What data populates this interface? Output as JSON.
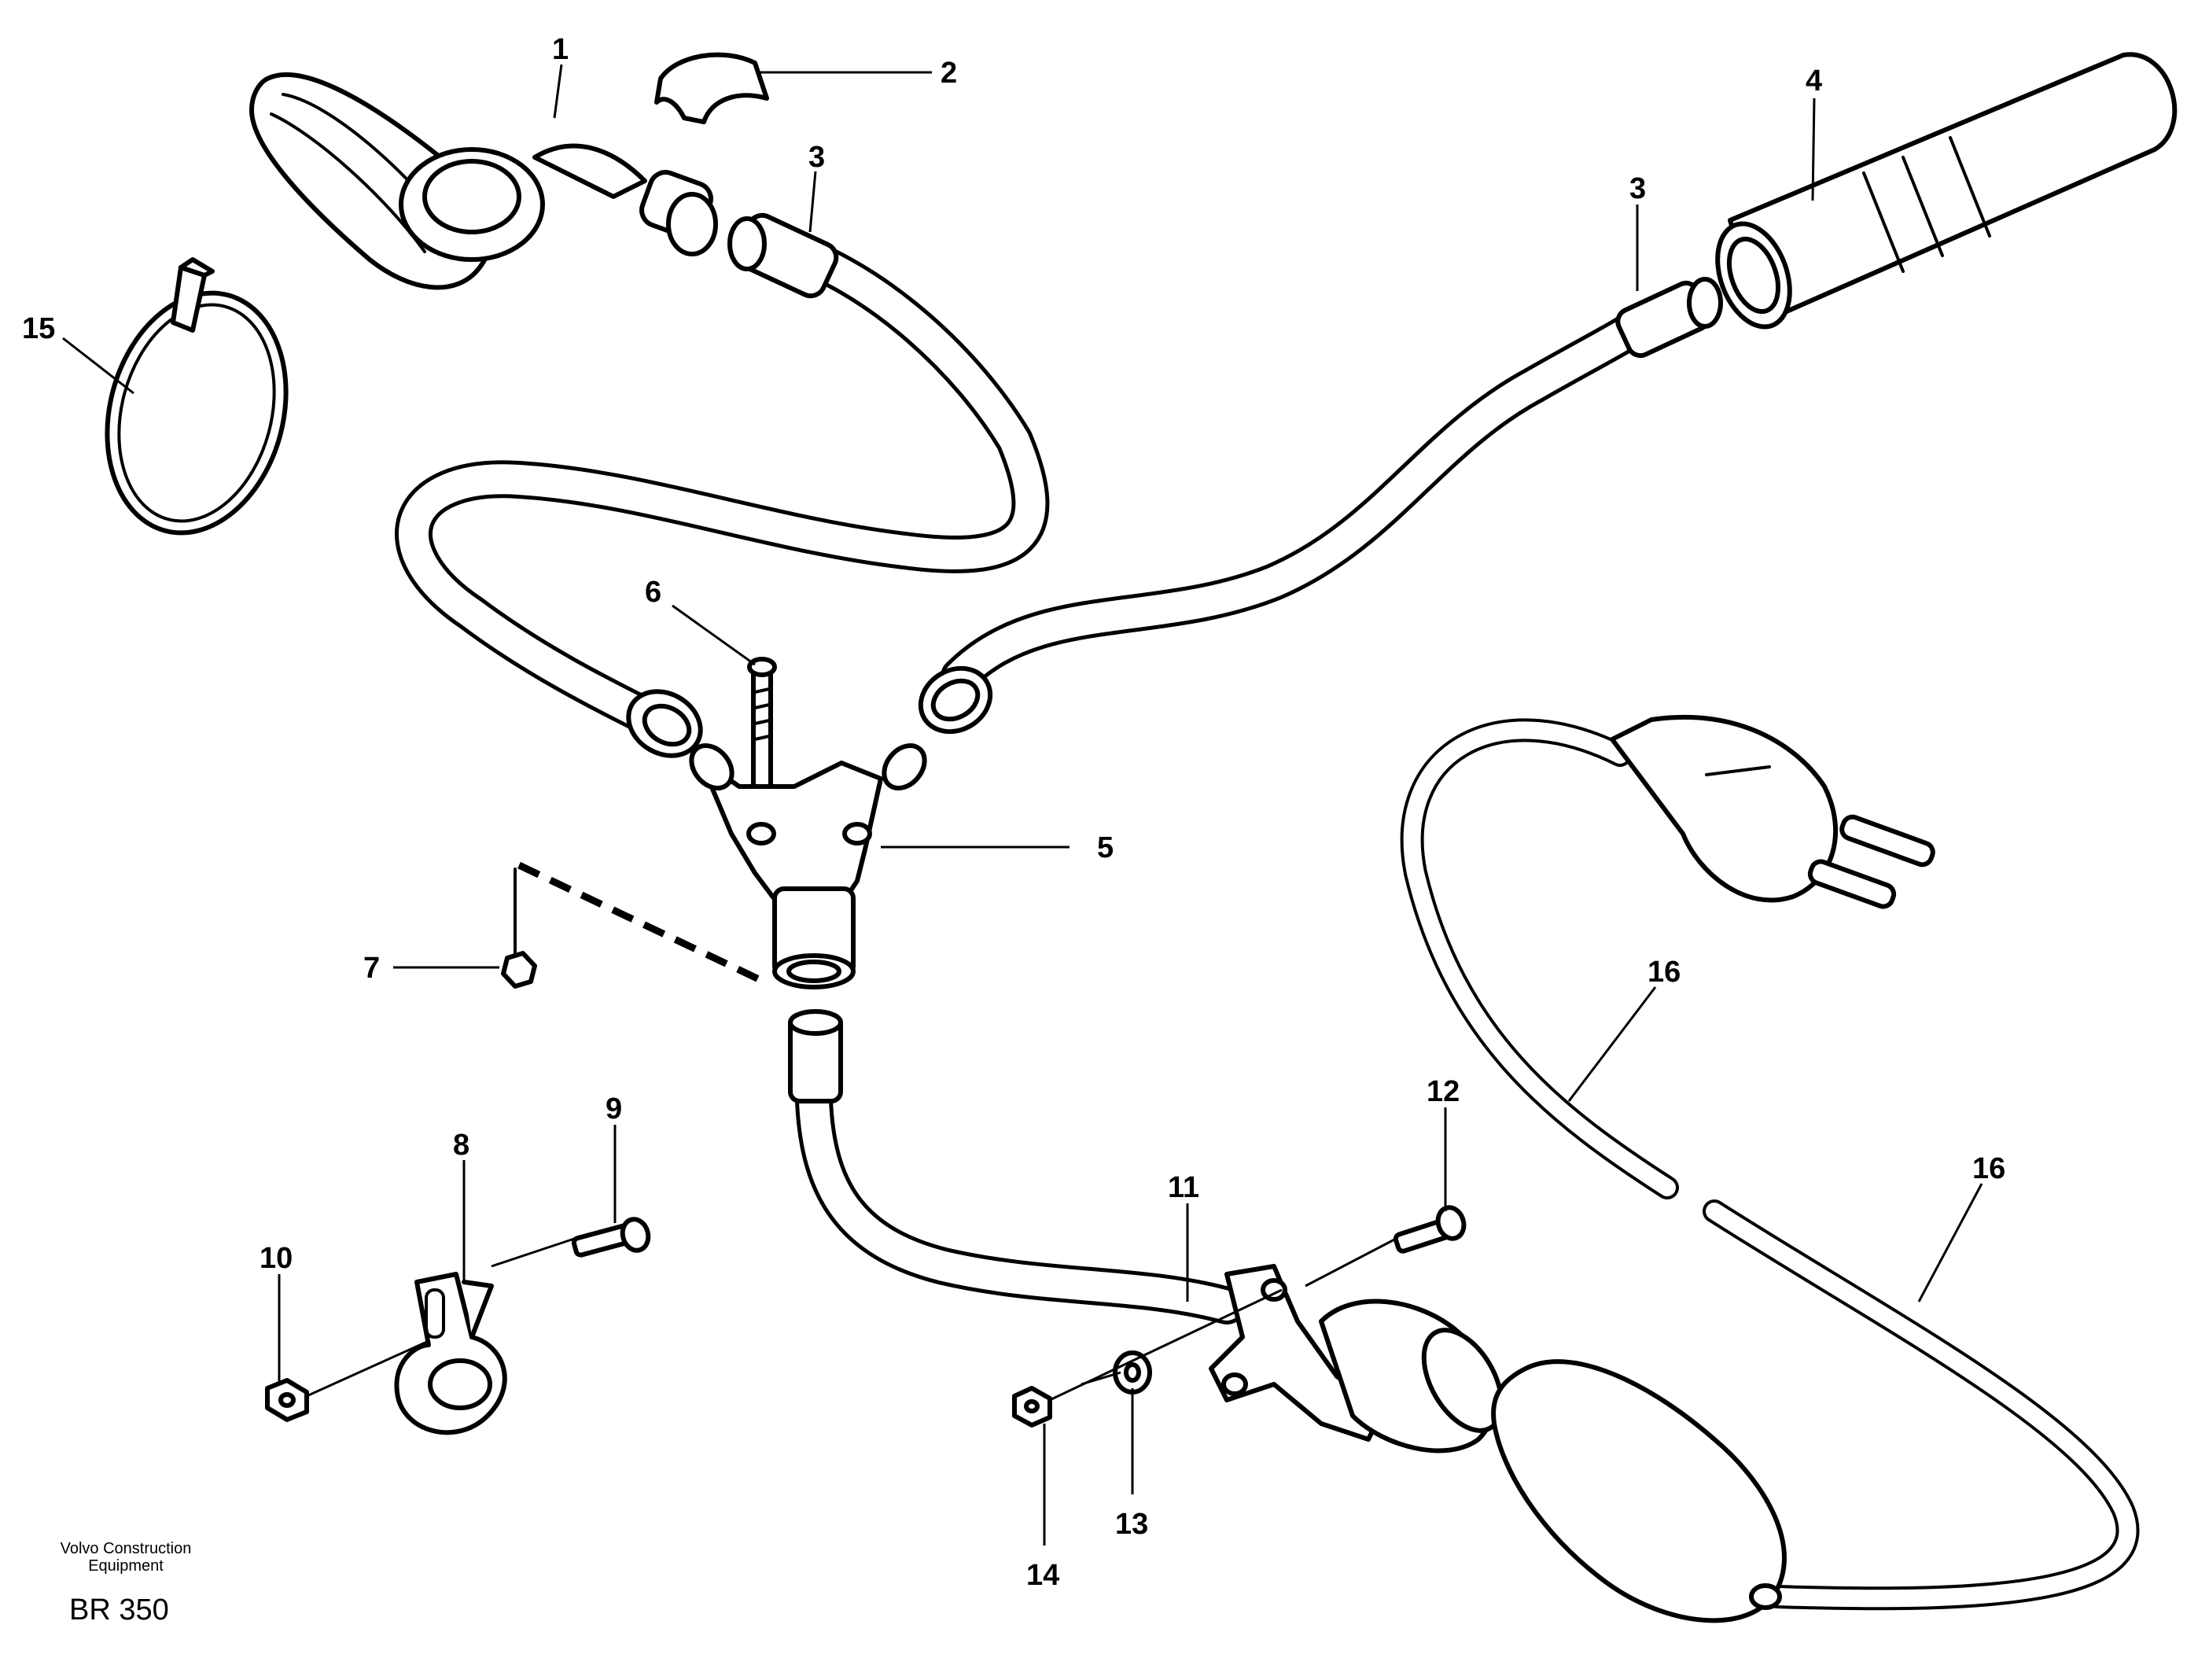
{
  "footer": {
    "company_line1": "Volvo Construction",
    "company_line2": "Equipment",
    "drawing_code": "BR 350"
  },
  "callouts": [
    {
      "id": "c1",
      "label": "1"
    },
    {
      "id": "c2",
      "label": "2"
    },
    {
      "id": "c3a",
      "label": "3"
    },
    {
      "id": "c3b",
      "label": "3"
    },
    {
      "id": "c4",
      "label": "4"
    },
    {
      "id": "c5",
      "label": "5"
    },
    {
      "id": "c6",
      "label": "6"
    },
    {
      "id": "c7",
      "label": "7"
    },
    {
      "id": "c8",
      "label": "8"
    },
    {
      "id": "c9",
      "label": "9"
    },
    {
      "id": "c10",
      "label": "10"
    },
    {
      "id": "c11",
      "label": "11"
    },
    {
      "id": "c12",
      "label": "12"
    },
    {
      "id": "c13",
      "label": "13"
    },
    {
      "id": "c14",
      "label": "14"
    },
    {
      "id": "c15",
      "label": "15"
    },
    {
      "id": "c16a",
      "label": "16"
    },
    {
      "id": "c16b",
      "label": "16"
    }
  ]
}
